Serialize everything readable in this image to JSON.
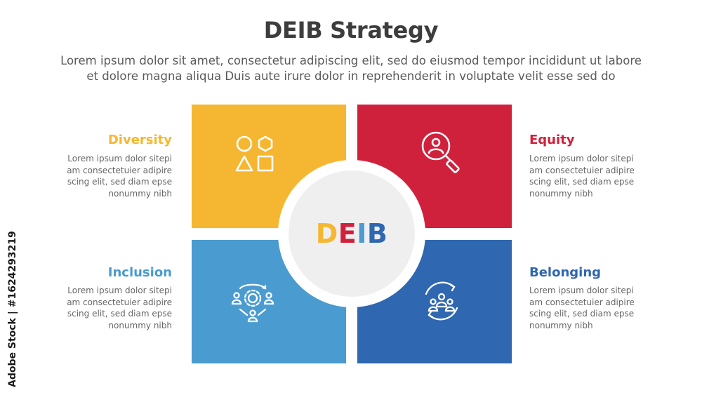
{
  "header": {
    "title": "DEIB Strategy",
    "subtitle_line1": "Lorem ipsum dolor sit amet, consectetur adipiscing elit, sed do eiusmod tempor incididunt ut labore",
    "subtitle_line2": "et dolore magna aliqua Duis aute irure dolor in reprehenderit in voluptate velit esse sed do"
  },
  "center": {
    "letters": [
      "D",
      "E",
      "I",
      "B"
    ],
    "letter_colors": [
      "#F5B731",
      "#D0213C",
      "#4A9BD0",
      "#2F67B0"
    ]
  },
  "sections": [
    {
      "key": "diversity",
      "label": "Diversity",
      "color": "#F5B731",
      "icon": "shapes-icon",
      "desc": [
        "Lorem ipsum dolor sitepi",
        "am consectetuier adipire",
        "scing elit, sed diam epse",
        "nonummy nibh"
      ]
    },
    {
      "key": "equity",
      "label": "Equity",
      "color": "#D0213C",
      "icon": "person-magnifier-icon",
      "desc": [
        "Lorem ipsum dolor sitepi",
        "am consectetuier adipire",
        "scing elit, sed diam epse",
        "nonummy nibh"
      ]
    },
    {
      "key": "inclusion",
      "label": "Inclusion",
      "color": "#4A9BD0",
      "icon": "people-gear-cycle-icon",
      "desc": [
        "Lorem ipsum dolor sitepi",
        "am consectetuier adipire",
        "scing elit, sed diam epse",
        "nonummy nibh"
      ]
    },
    {
      "key": "belonging",
      "label": "Belonging",
      "color": "#2F67B0",
      "icon": "group-cycle-icon",
      "desc": [
        "Lorem ipsum dolor sitepi",
        "am consectetuier adipire",
        "scing elit, sed diam epse",
        "nonummy nibh"
      ]
    }
  ],
  "stock_id": "Adobe Stock | #1624293219"
}
